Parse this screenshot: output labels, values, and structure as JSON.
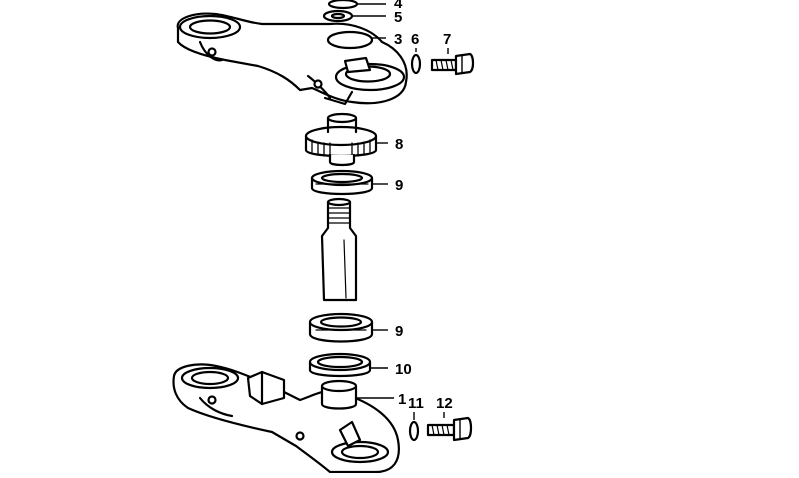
{
  "diagram": {
    "callouts": [
      {
        "id": "c1a",
        "label": "4"
      },
      {
        "id": "c5",
        "label": "5"
      },
      {
        "id": "c3",
        "label": "3"
      },
      {
        "id": "c6",
        "label": "6"
      },
      {
        "id": "c7",
        "label": "7"
      },
      {
        "id": "c8",
        "label": "8"
      },
      {
        "id": "c9a",
        "label": "9"
      },
      {
        "id": "c9b",
        "label": "9"
      },
      {
        "id": "c10",
        "label": "10"
      },
      {
        "id": "c1",
        "label": "1"
      },
      {
        "id": "c11",
        "label": "11"
      },
      {
        "id": "c12",
        "label": "12"
      }
    ]
  }
}
